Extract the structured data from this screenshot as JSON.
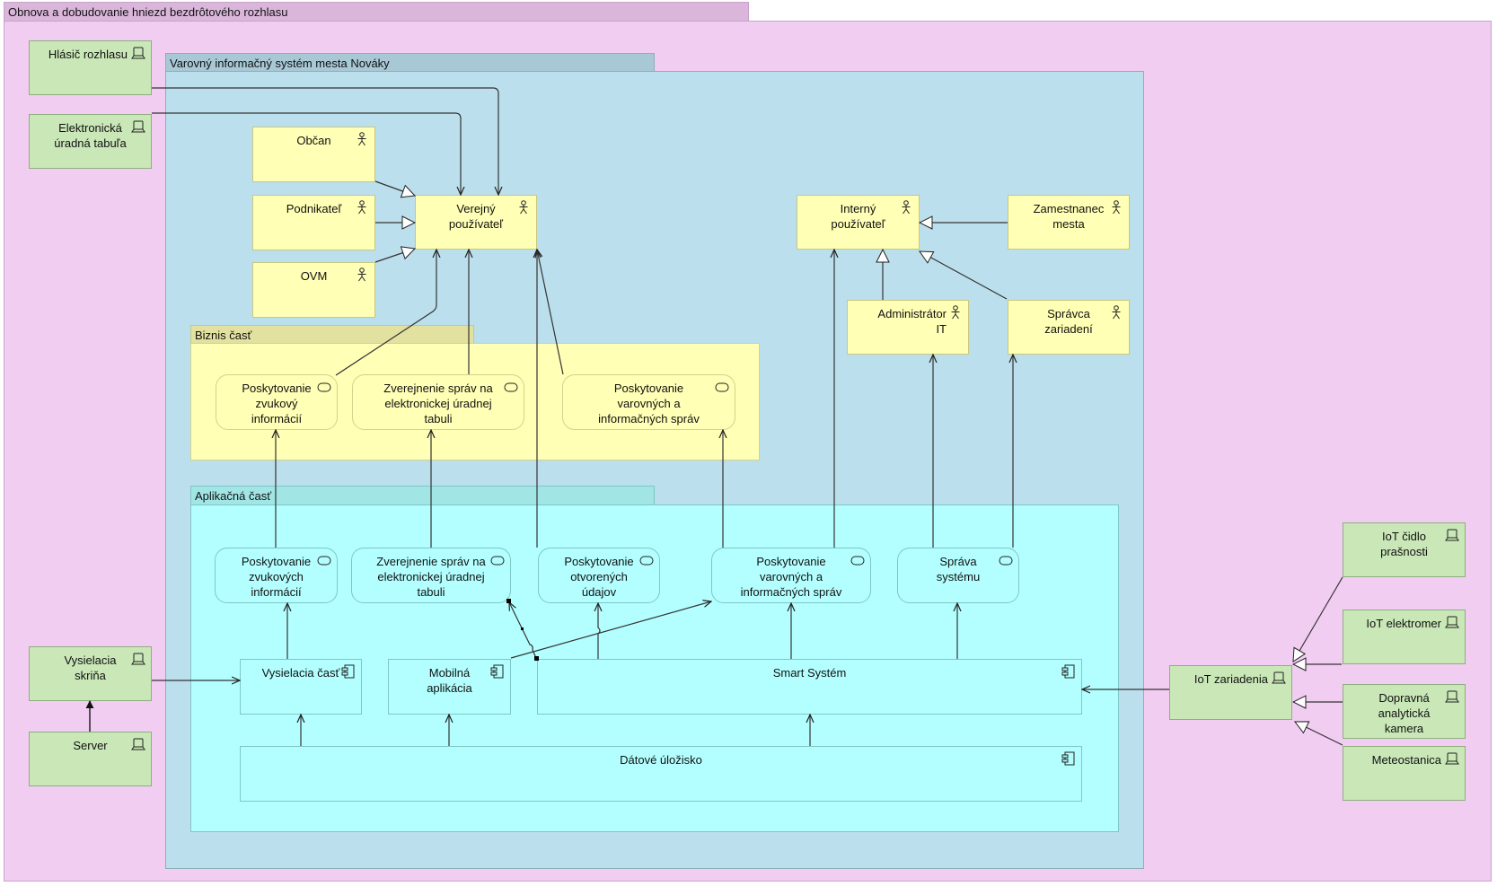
{
  "groups": {
    "outer": {
      "label": "Obnova a dobudovanie hniezd bezdrôtového rozhlasu",
      "color": "#f2cdf2"
    },
    "system": {
      "label": "Varovný informačný systém mesta Nováky",
      "color": "#bbdfed"
    },
    "business": {
      "label": "Biznis časť",
      "color": "#ffffb5"
    },
    "application": {
      "label": "Aplikačná časť",
      "color": "#b3ffff"
    }
  },
  "devices": {
    "hlasic": "Hlásič rozhlasu",
    "tabula": "Elektronická\núradná tabuľa",
    "skrina": "Vysielacia\nskriňa",
    "server": "Server",
    "iot_cidlo": "IoT čidlo\nprašnosti",
    "iot_elektromer": "IoT elektromer",
    "iot_zariadenia": "IoT zariadenia",
    "kamera": "Dopravná\nanalytická\nkamera",
    "meteostanica": "Meteostanica"
  },
  "actors": {
    "obcan": "Občan",
    "podnikatel": "Podnikateľ",
    "ovm": "OVM",
    "verejny": "Verejný\npoužívateľ",
    "interny": "Interný\npoužívateľ",
    "zamestnanec": "Zamestnanec\nmesta",
    "admin": "Administrátor IT",
    "spravca": "Správca\nzariadení"
  },
  "business_services": [
    "Poskytovanie\nzvukový\ninformácií",
    "Zverejnenie správ na\nelektronickej úradnej\ntabuli",
    "Poskytovanie\nvarovných a\ninformačných správ"
  ],
  "application_services": [
    "Poskytovanie\nzvukových\ninformácií",
    "Zverejnenie správ na\nelektronickej úradnej\ntabuli",
    "Poskytovanie\notvorených\núdajov",
    "Poskytovanie\nvarovných a\ninformačných správ",
    "Správa\nsystému"
  ],
  "application_components": {
    "vysielacia": "Vysielacia časť",
    "mobilna": "Mobilná\naplikácia",
    "smart": "Smart Systém",
    "datove": "Dátové úložisko"
  },
  "icons": {
    "device": "device-icon",
    "actor": "actor-icon",
    "service": "service-icon",
    "component": "component-icon"
  }
}
